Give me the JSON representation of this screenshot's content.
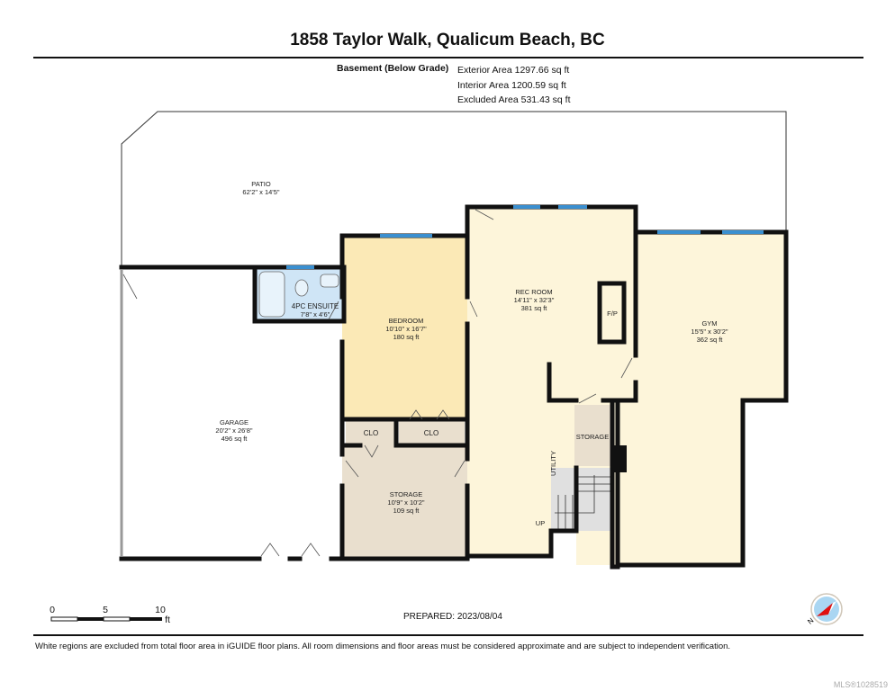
{
  "header": {
    "title": "1858 Taylor Walk, Qualicum Beach, BC"
  },
  "level": {
    "name": "Basement (Below Grade)",
    "exterior_area": "Exterior Area 1297.66 sq ft",
    "interior_area": "Interior Area 1200.59 sq ft",
    "excluded_area": "Excluded Area 531.43 sq ft"
  },
  "rooms": {
    "patio": {
      "name": "PATIO",
      "dims": "62'2\" x 14'5\""
    },
    "ensuite": {
      "name": "4PC ENSUITE",
      "dims": "7'8\" x 4'6\""
    },
    "bedroom": {
      "name": "BEDROOM",
      "dims": "10'10\" x 16'7\"",
      "area": "180 sq ft"
    },
    "rec_room": {
      "name": "REC ROOM",
      "dims": "14'11\" x 32'3\"",
      "area": "381 sq ft"
    },
    "fireplace": {
      "name": "F/P"
    },
    "gym": {
      "name": "GYM",
      "dims": "15'5\" x 30'2\"",
      "area": "362 sq ft"
    },
    "garage": {
      "name": "GARAGE",
      "dims": "20'2\" x 26'8\"",
      "area": "496 sq ft"
    },
    "closet1": {
      "name": "CLO"
    },
    "closet2": {
      "name": "CLO"
    },
    "storage1": {
      "name": "STORAGE",
      "dims": "10'9\" x 10'2\"",
      "area": "109 sq ft"
    },
    "storage2": {
      "name": "STORAGE"
    },
    "utility": {
      "name": "UTILITY"
    },
    "stairs": {
      "name": "UP"
    }
  },
  "scale": {
    "ticks": [
      "0",
      "5",
      "10"
    ],
    "unit": "ft"
  },
  "compass": {
    "label": "N"
  },
  "prepared": "PREPARED: 2023/08/04",
  "footer": "White regions are excluded from total floor area in iGUIDE floor plans. All room dimensions and floor areas must be considered approximate and are subject to independent verification.",
  "watermark": "MLS®1028519",
  "colors": {
    "bedroom": "#fbe9b6",
    "living": "#fdf5da",
    "storage": "#e9dfce",
    "bath": "#cfe5f6",
    "window": "#3a8fd0"
  }
}
